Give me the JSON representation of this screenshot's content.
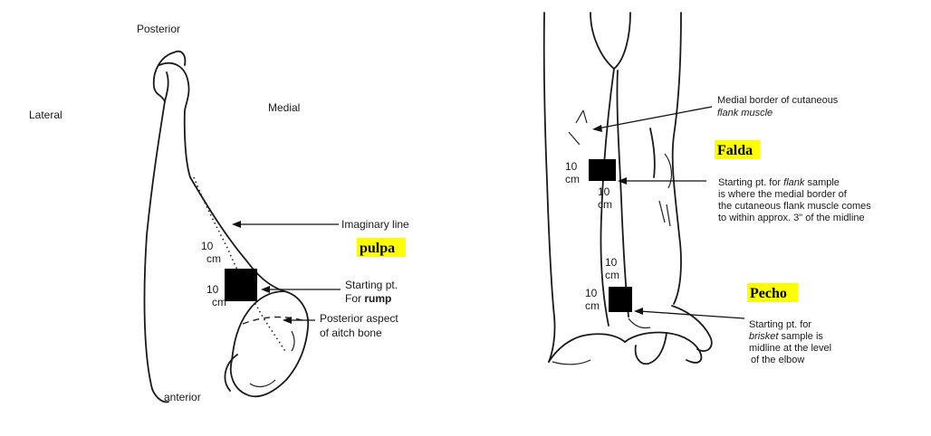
{
  "left_panel": {
    "orientation": {
      "top": "Posterior",
      "left": "Lateral",
      "right": "Medial",
      "bottom": "anterior"
    },
    "labels": {
      "imaginary_line": "Imaginary line",
      "dim_upper_num": "10",
      "dim_upper_unit": "cm",
      "dim_lower_num": "10",
      "dim_lower_unit": "cm",
      "rump_line1": "Starting pt.",
      "rump_line2_prefix": "For ",
      "rump_line2_bold": "rump",
      "aitch_line1": "Posterior aspect",
      "aitch_line2": "of aitch bone"
    },
    "highlight": "pulpa"
  },
  "right_panel": {
    "labels": {
      "medial_border_line1": "Medial border of cutaneous",
      "medial_border_line2": "flank muscle",
      "flank_dim_a_num": "10",
      "flank_dim_a_unit": "cm",
      "flank_dim_b_num": "10",
      "flank_dim_b_unit": "cm",
      "flank_line1_prefix": "Starting pt. for ",
      "flank_line1_italic": "flank",
      "flank_line1_suffix": " sample",
      "flank_line2": "is where the medial border of",
      "flank_line3": "the cutaneous flank muscle comes",
      "flank_line4": "to within approx. 3\" of the midline",
      "brisket_dim_a_num": "10",
      "brisket_dim_a_unit": "cm",
      "brisket_dim_b_num": "10",
      "brisket_dim_b_unit": "cm",
      "brisket_line1": "Starting pt. for",
      "brisket_line2_italic": "brisket",
      "brisket_line2_suffix": " sample  is",
      "brisket_line3": "midline at the level",
      "brisket_line4": "of the elbow"
    },
    "highlights": {
      "flank": "Falda",
      "brisket": "Pecho"
    }
  },
  "colors": {
    "highlight": "#ffff00",
    "ink": "#1a1a1a",
    "sample_block": "#000000"
  }
}
